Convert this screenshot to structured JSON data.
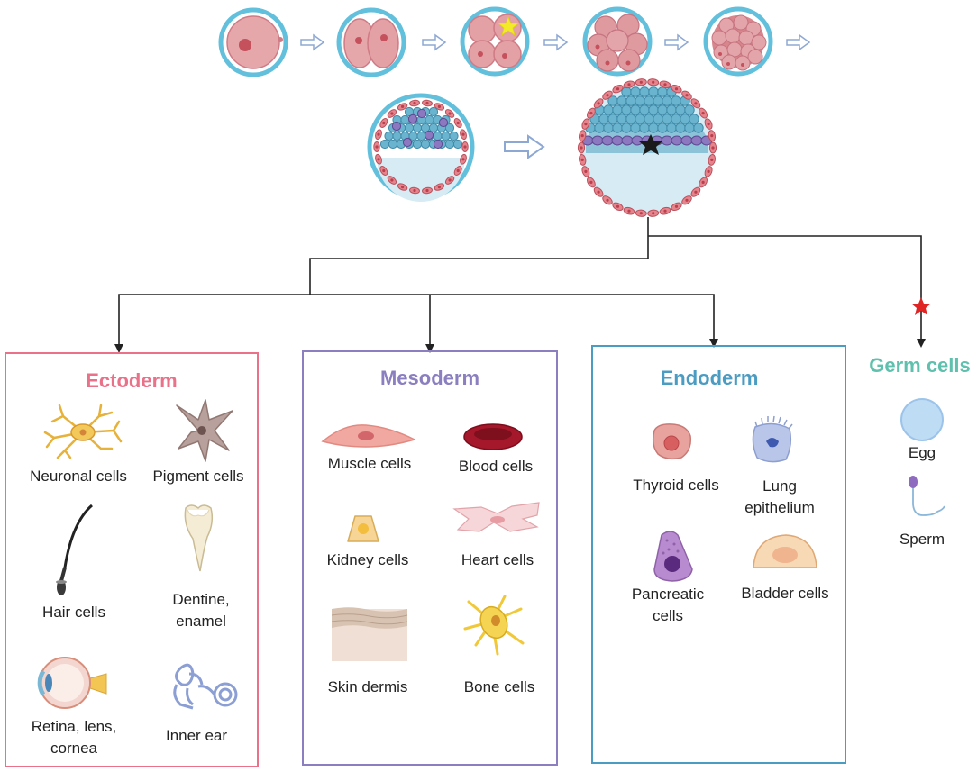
{
  "colors": {
    "ectoderm": "#e9728a",
    "mesoderm": "#8b7fc0",
    "endoderm": "#4b9cc2",
    "germ": "#5fc1ad",
    "arrow": "#222222",
    "stage_arrow": "#8ea8d4",
    "zona": "#62c0dc",
    "cell_pink": "#d9757f",
    "cell_blue": "#6bb4cf",
    "cell_purple": "#8c78c0",
    "fluid": "#d6ebf3",
    "star_yellow": "#f3ea2a",
    "star_black": "#1a1a1a",
    "star_red": "#e02424"
  },
  "germ_layers": {
    "ectoderm": {
      "title": "Ectoderm",
      "cells": [
        {
          "label": "Neuronal cells",
          "icon": "neuron-icon"
        },
        {
          "label": "Pigment cells",
          "icon": "pigment-cell-icon"
        },
        {
          "label": "Hair cells",
          "icon": "hair-icon"
        },
        {
          "label": "Dentine,\nenamel",
          "icon": "tooth-icon"
        },
        {
          "label": "Retina, lens,\ncornea",
          "icon": "eye-icon"
        },
        {
          "label": "Inner ear",
          "icon": "inner-ear-icon"
        }
      ]
    },
    "mesoderm": {
      "title": "Mesoderm",
      "cells": [
        {
          "label": "Muscle cells",
          "icon": "muscle-cell-icon"
        },
        {
          "label": "Blood cells",
          "icon": "red-blood-cell-icon"
        },
        {
          "label": "Kidney cells",
          "icon": "kidney-cell-icon"
        },
        {
          "label": "Heart cells",
          "icon": "heart-cell-icon"
        },
        {
          "label": "Skin dermis",
          "icon": "skin-dermis-icon"
        },
        {
          "label": "Bone cells",
          "icon": "bone-cell-icon"
        }
      ]
    },
    "endoderm": {
      "title": "Endoderm",
      "cells": [
        {
          "label": "Thyroid cells",
          "icon": "thyroid-cell-icon"
        },
        {
          "label": "Lung\nepithelium",
          "icon": "lung-epithelium-icon"
        },
        {
          "label": "Pancreatic\ncells",
          "icon": "pancreatic-cell-icon"
        },
        {
          "label": "Bladder cells",
          "icon": "bladder-cell-icon"
        }
      ]
    },
    "germ": {
      "title": "Germ cells",
      "cells": [
        {
          "label": "Egg",
          "icon": "egg-icon"
        },
        {
          "label": "Sperm",
          "icon": "sperm-icon"
        }
      ]
    }
  }
}
